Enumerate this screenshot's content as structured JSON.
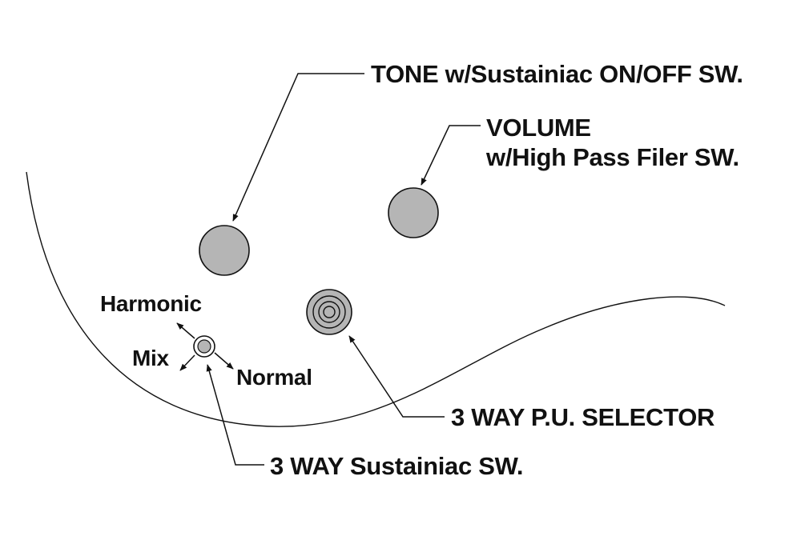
{
  "labels": {
    "tone": "TONE w/Sustainiac ON/OFF SW.",
    "volume_line1": "VOLUME",
    "volume_line2": "w/High Pass Filer SW.",
    "harmonic": "Harmonic",
    "mix": "Mix",
    "normal": "Normal",
    "pu_selector": "3 WAY P.U. SELECTOR",
    "sustainiac_switch": "3 WAY Sustainiac SW."
  },
  "colors": {
    "line": "#111111",
    "knob_fill": "#b5b5b5",
    "background": "#ffffff"
  }
}
